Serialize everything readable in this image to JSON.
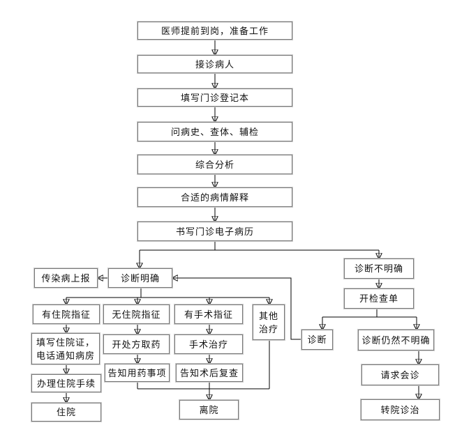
{
  "flowchart": {
    "nodes": [
      {
        "id": "prepare-work",
        "label": "医师提前到岗，准备工作"
      },
      {
        "id": "receive-patient",
        "label": "接诊病人"
      },
      {
        "id": "fill-registration",
        "label": "填写门诊登记本"
      },
      {
        "id": "history-exam",
        "label": "问病史、查体、辅检"
      },
      {
        "id": "comprehensive-analysis",
        "label": "综合分析"
      },
      {
        "id": "condition-explanation",
        "label": "合适的病情解释"
      },
      {
        "id": "write-emr",
        "label": "书写门诊电子病历"
      },
      {
        "id": "infectious-report",
        "label": "传染病上报"
      },
      {
        "id": "diagnosis-clear",
        "label": "诊断明确"
      },
      {
        "id": "diagnosis-unclear",
        "label": "诊断不明确"
      },
      {
        "id": "order-tests",
        "label": "开检查单"
      },
      {
        "id": "admission-indication",
        "label": "有住院指征"
      },
      {
        "id": "no-admission-indication",
        "label": "无住院指征"
      },
      {
        "id": "surgery-indication",
        "label": "有手术指征"
      },
      {
        "id": "other-treatment",
        "label": "其他治疗"
      },
      {
        "id": "fill-admission-cert",
        "label": "填写住院证，电话通知病房"
      },
      {
        "id": "prescribe-medicine",
        "label": "开处方取药"
      },
      {
        "id": "surgical-treatment",
        "label": "手术治疗"
      },
      {
        "id": "inform-medication",
        "label": "告知用药事项"
      },
      {
        "id": "inform-followup",
        "label": "告知术后复查"
      },
      {
        "id": "admission-procedures",
        "label": "办理住院手续"
      },
      {
        "id": "hospitalization",
        "label": "住院"
      },
      {
        "id": "leave-hospital",
        "label": "离院"
      },
      {
        "id": "diagnosis",
        "label": "诊断"
      },
      {
        "id": "diagnosis-still-unclear",
        "label": "诊断仍然不明确"
      },
      {
        "id": "request-consultation",
        "label": "请求会诊"
      },
      {
        "id": "transfer-hospital",
        "label": "转院诊治"
      }
    ],
    "colors": {
      "box_border": "#7a7a7a",
      "connector_line": "#000000",
      "text": "#111111",
      "background": "#ffffff"
    }
  }
}
